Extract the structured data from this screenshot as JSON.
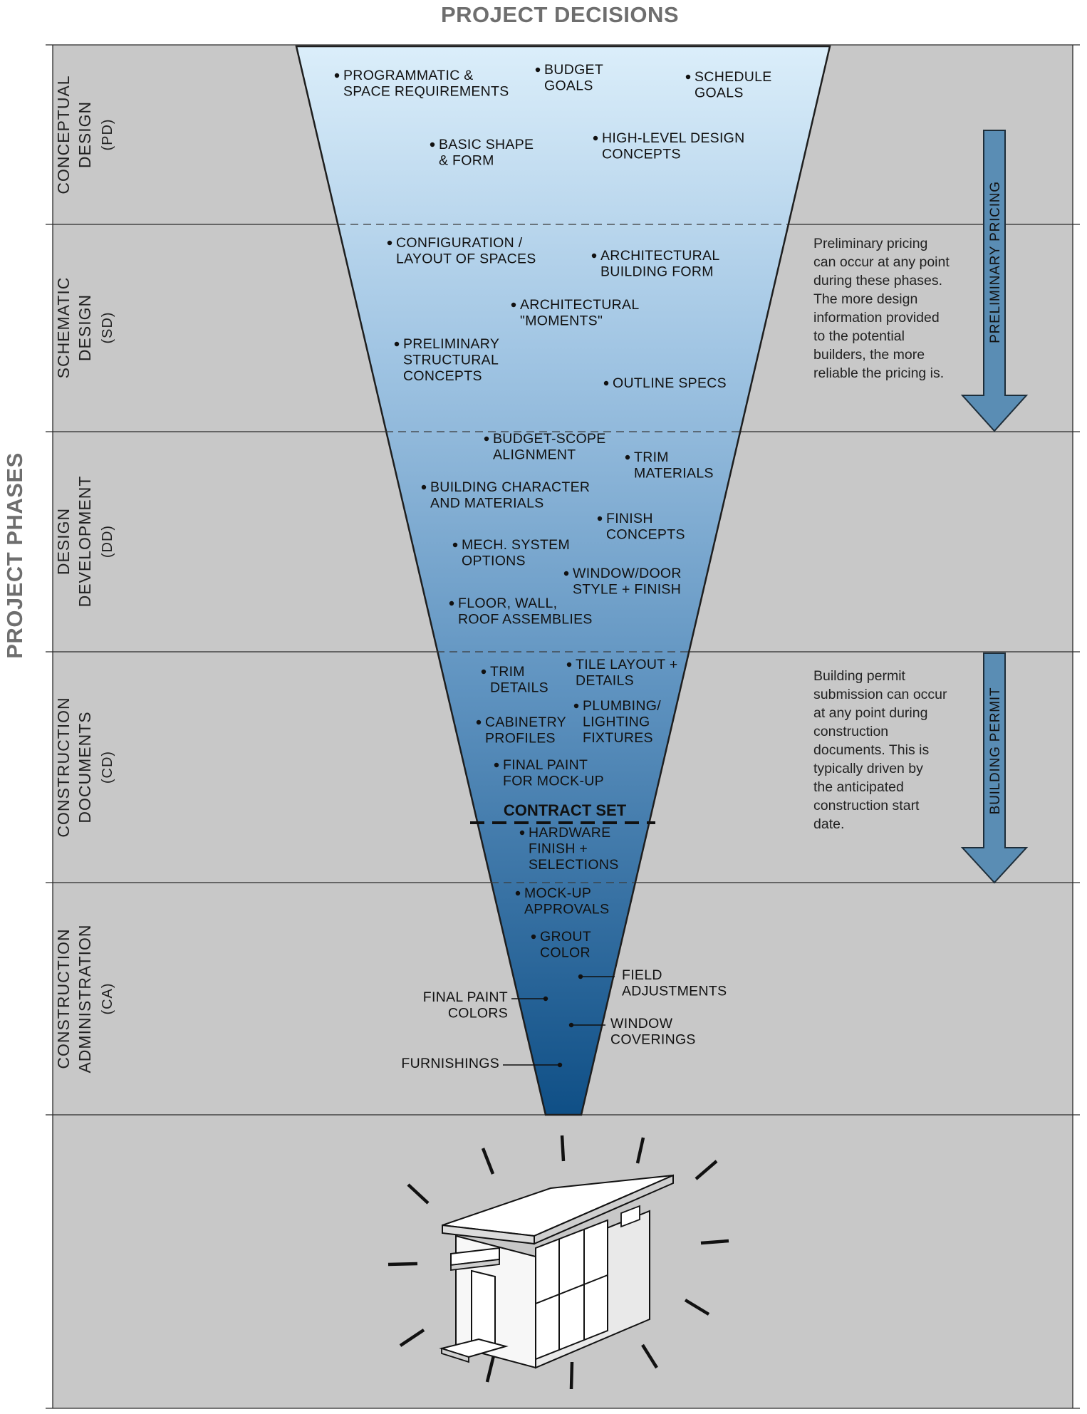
{
  "title": "PROJECT DECISIONS",
  "side_title": "PROJECT PHASES",
  "phases": [
    {
      "line1": "CONCEPTUAL",
      "line2": "DESIGN",
      "abbr": "(PD)"
    },
    {
      "line1": "SCHEMATIC",
      "line2": "DESIGN",
      "abbr": "(SD)"
    },
    {
      "line1": "DESIGN",
      "line2": "DEVELOPMENT",
      "abbr": "(DD)"
    },
    {
      "line1": "CONSTRUCTION",
      "line2": "DOCUMENTS",
      "abbr": "(CD)"
    },
    {
      "line1": "CONSTRUCTION",
      "line2": "ADMINISTRATION",
      "abbr": "(CA)"
    }
  ],
  "decisions": {
    "pd": [
      [
        "PROGRAMMATIC &",
        "SPACE  REQUIREMENTS"
      ],
      [
        "BUDGET",
        "GOALS"
      ],
      [
        "SCHEDULE",
        "GOALS"
      ],
      [
        "BASIC SHAPE",
        "& FORM"
      ],
      [
        "HIGH-LEVEL DESIGN",
        "CONCEPTS"
      ]
    ],
    "sd": [
      [
        "CONFIGURATION /",
        "LAYOUT OF SPACES"
      ],
      [
        "ARCHITECTURAL",
        "BUILDING FORM"
      ],
      [
        "ARCHITECTURAL",
        "\"MOMENTS\""
      ],
      [
        "PRELIMINARY",
        "STRUCTURAL",
        "CONCEPTS"
      ],
      [
        "OUTLINE SPECS"
      ]
    ],
    "dd": [
      [
        "BUDGET-SCOPE",
        "ALIGNMENT"
      ],
      [
        "TRIM",
        "MATERIALS"
      ],
      [
        "BUILDING CHARACTER",
        "AND MATERIALS"
      ],
      [
        "FINISH",
        "CONCEPTS"
      ],
      [
        "MECH. SYSTEM",
        "OPTIONS"
      ],
      [
        "WINDOW/DOOR",
        "STYLE + FINISH"
      ],
      [
        "FLOOR, WALL,",
        "ROOF ASSEMBLIES"
      ]
    ],
    "cd": [
      [
        "TRIM",
        "DETAILS"
      ],
      [
        "TILE LAYOUT +",
        "DETAILS"
      ],
      [
        "PLUMBING/",
        "LIGHTING",
        "FIXTURES"
      ],
      [
        "CABINETRY",
        "PROFILES"
      ],
      [
        "FINAL PAINT",
        "FOR MOCK-UP"
      ],
      [
        "HARDWARE",
        "FINISH +",
        "SELECTIONS"
      ]
    ],
    "ca": [
      [
        "MOCK-UP",
        "APPROVALS"
      ],
      [
        "GROUT",
        "COLOR"
      ],
      [
        "FIELD",
        "ADJUSTMENTS"
      ],
      [
        "FINAL PAINT",
        "COLORS"
      ],
      [
        "WINDOW",
        "COVERINGS"
      ],
      [
        "FURNISHINGS"
      ]
    ]
  },
  "contract_set": "CONTRACT SET",
  "notes": {
    "preliminary": [
      "Preliminary pricing",
      "can occur at any point",
      "during these phases.",
      "The more design",
      "information provided",
      "to the potential",
      "builders, the more",
      "reliable the pricing is."
    ],
    "permit": [
      "Building permit",
      "submission can occur",
      "at any point during",
      "construction",
      "documents. This is",
      "typically driven by",
      "the anticipated",
      "construction start",
      "date."
    ]
  },
  "arrows": {
    "preliminary": "PRELIMINARY PRICING",
    "permit": "BUILDING PERMIT"
  },
  "colors": {
    "band": "#c8c8c8",
    "funnel_top": "#dbeefa",
    "funnel_bottom": "#0f4f86",
    "arrow_fill": "#5a8db4"
  }
}
